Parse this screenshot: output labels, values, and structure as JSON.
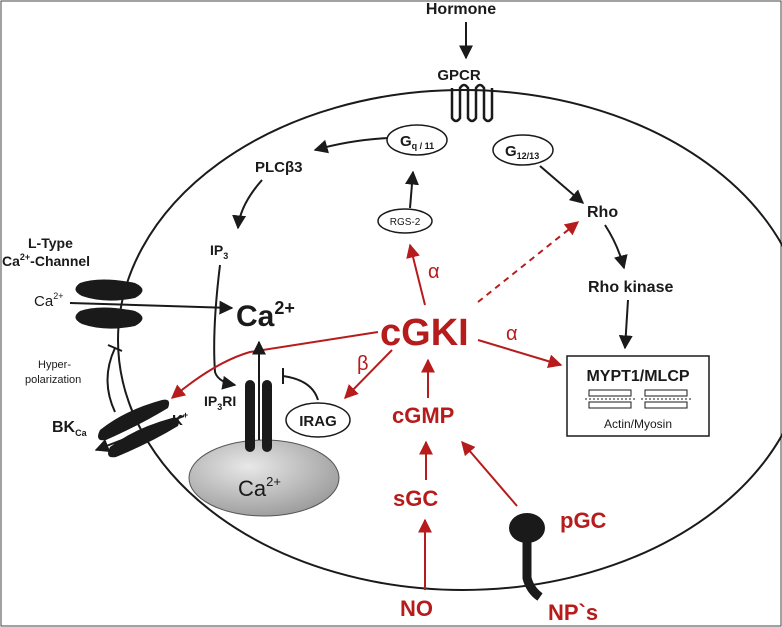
{
  "labels": {
    "hormone": "Hormone",
    "gpcr": "GPCR",
    "gq11_main": "G",
    "gq11_sub": "q / 11",
    "g1213_main": "G",
    "g1213_sub": "12/13",
    "plc": "PLCβ3",
    "ip3_main": "IP",
    "ip3_sub": "3",
    "rgs2": "RGS-2",
    "rho": "Rho",
    "rho_kinase": "Rho kinase",
    "ltype_line1": "L-Type",
    "ltype_line2_main": "Ca",
    "ltype_line2_sup": "2+",
    "ltype_line2_rest": "-Channel",
    "ca_small_main": "Ca",
    "ca_small_sup": "2+",
    "ca_big_main": "Ca",
    "ca_big_sup": "2+",
    "alpha1": "α",
    "alpha2": "α",
    "beta": "β",
    "cgki": "cGKI",
    "mypt": "MYPT1/MLCP",
    "actin": "Actin/Myosin",
    "hyper1": "Hyper-",
    "hyper2": "polarization",
    "bk_main": "BK",
    "bk_sub": "Ca",
    "k_main": "K",
    "k_sup": "+",
    "ip3r_main": "IP",
    "ip3r_sub": "3",
    "ip3r_rest": "RI",
    "irag": "IRAG",
    "cgmp": "cGMP",
    "store_ca_main": "Ca",
    "store_ca_sup": "2+",
    "sgc": "sGC",
    "pgc": "pGC",
    "no": "NO",
    "nps": "NP`s"
  },
  "colors": {
    "black": "#1a1a1a",
    "red": "#b71c1c",
    "store_fill": "#c8c8c8"
  }
}
